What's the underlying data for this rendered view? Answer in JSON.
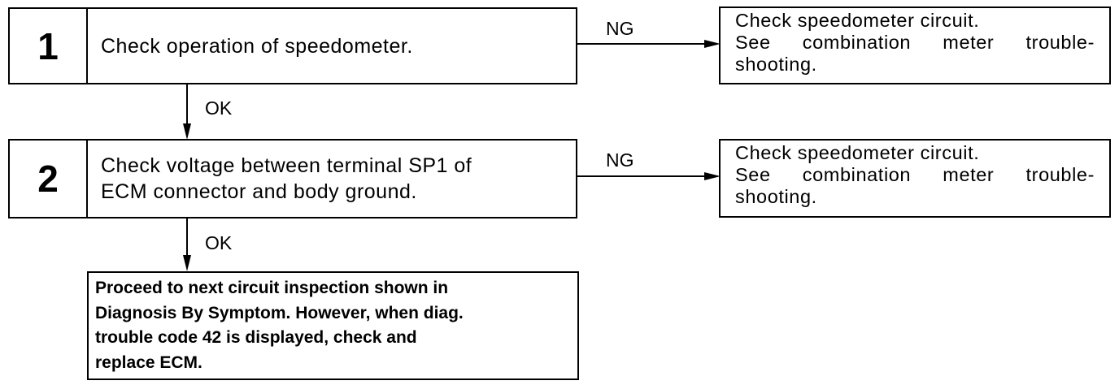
{
  "steps": [
    {
      "number": "1",
      "text": "Check operation of speedometer.",
      "ng_label": "NG",
      "ok_label": "OK",
      "ng_result": {
        "lines": [
          "Check speedometer circuit.",
          "See combination meter trouble-",
          "shooting."
        ]
      }
    },
    {
      "number": "2",
      "text": "Check voltage between terminal SP1 of\nECM connector and body ground.",
      "ng_label": "NG",
      "ok_label": "OK",
      "ng_result": {
        "lines": [
          "Check speedometer circuit.",
          "See combination meter trouble-",
          "shooting."
        ]
      }
    }
  ],
  "final": {
    "text": "Proceed to next circuit inspection shown in\nDiagnosis By Symptom. However, when diag.\ntrouble code 42 is displayed, check and\nreplace ECM."
  }
}
